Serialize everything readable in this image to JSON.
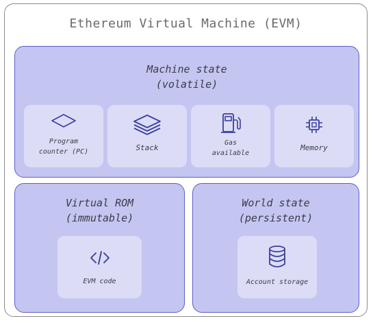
{
  "title": "Ethereum Virtual Machine (EVM)",
  "machine_state": {
    "title_line1": "Machine state",
    "title_line2": "(volatile)",
    "cards": [
      {
        "line1": "Program",
        "line2": "counter (PC)",
        "icon": "diamond-icon"
      },
      {
        "line1": "Stack",
        "icon": "stack-layers-icon"
      },
      {
        "line1": "Gas",
        "line2": "available",
        "icon": "gas-pump-icon"
      },
      {
        "line1": "Memory",
        "icon": "memory-chip-icon"
      }
    ]
  },
  "virtual_rom": {
    "title_line1": "Virtual ROM",
    "title_line2": "(immutable)",
    "card": {
      "line1": "EVM code",
      "icon": "code-brackets-icon"
    }
  },
  "world_state": {
    "title_line1": "World state",
    "title_line2": "(persistent)",
    "card": {
      "line1": "Account storage",
      "icon": "database-icon"
    }
  },
  "colors": {
    "panel_fill": "#c4c6f1",
    "panel_border": "#5a5ec8",
    "card_fill": "#dcdcf6",
    "icon_stroke": "#3b3f9e"
  }
}
